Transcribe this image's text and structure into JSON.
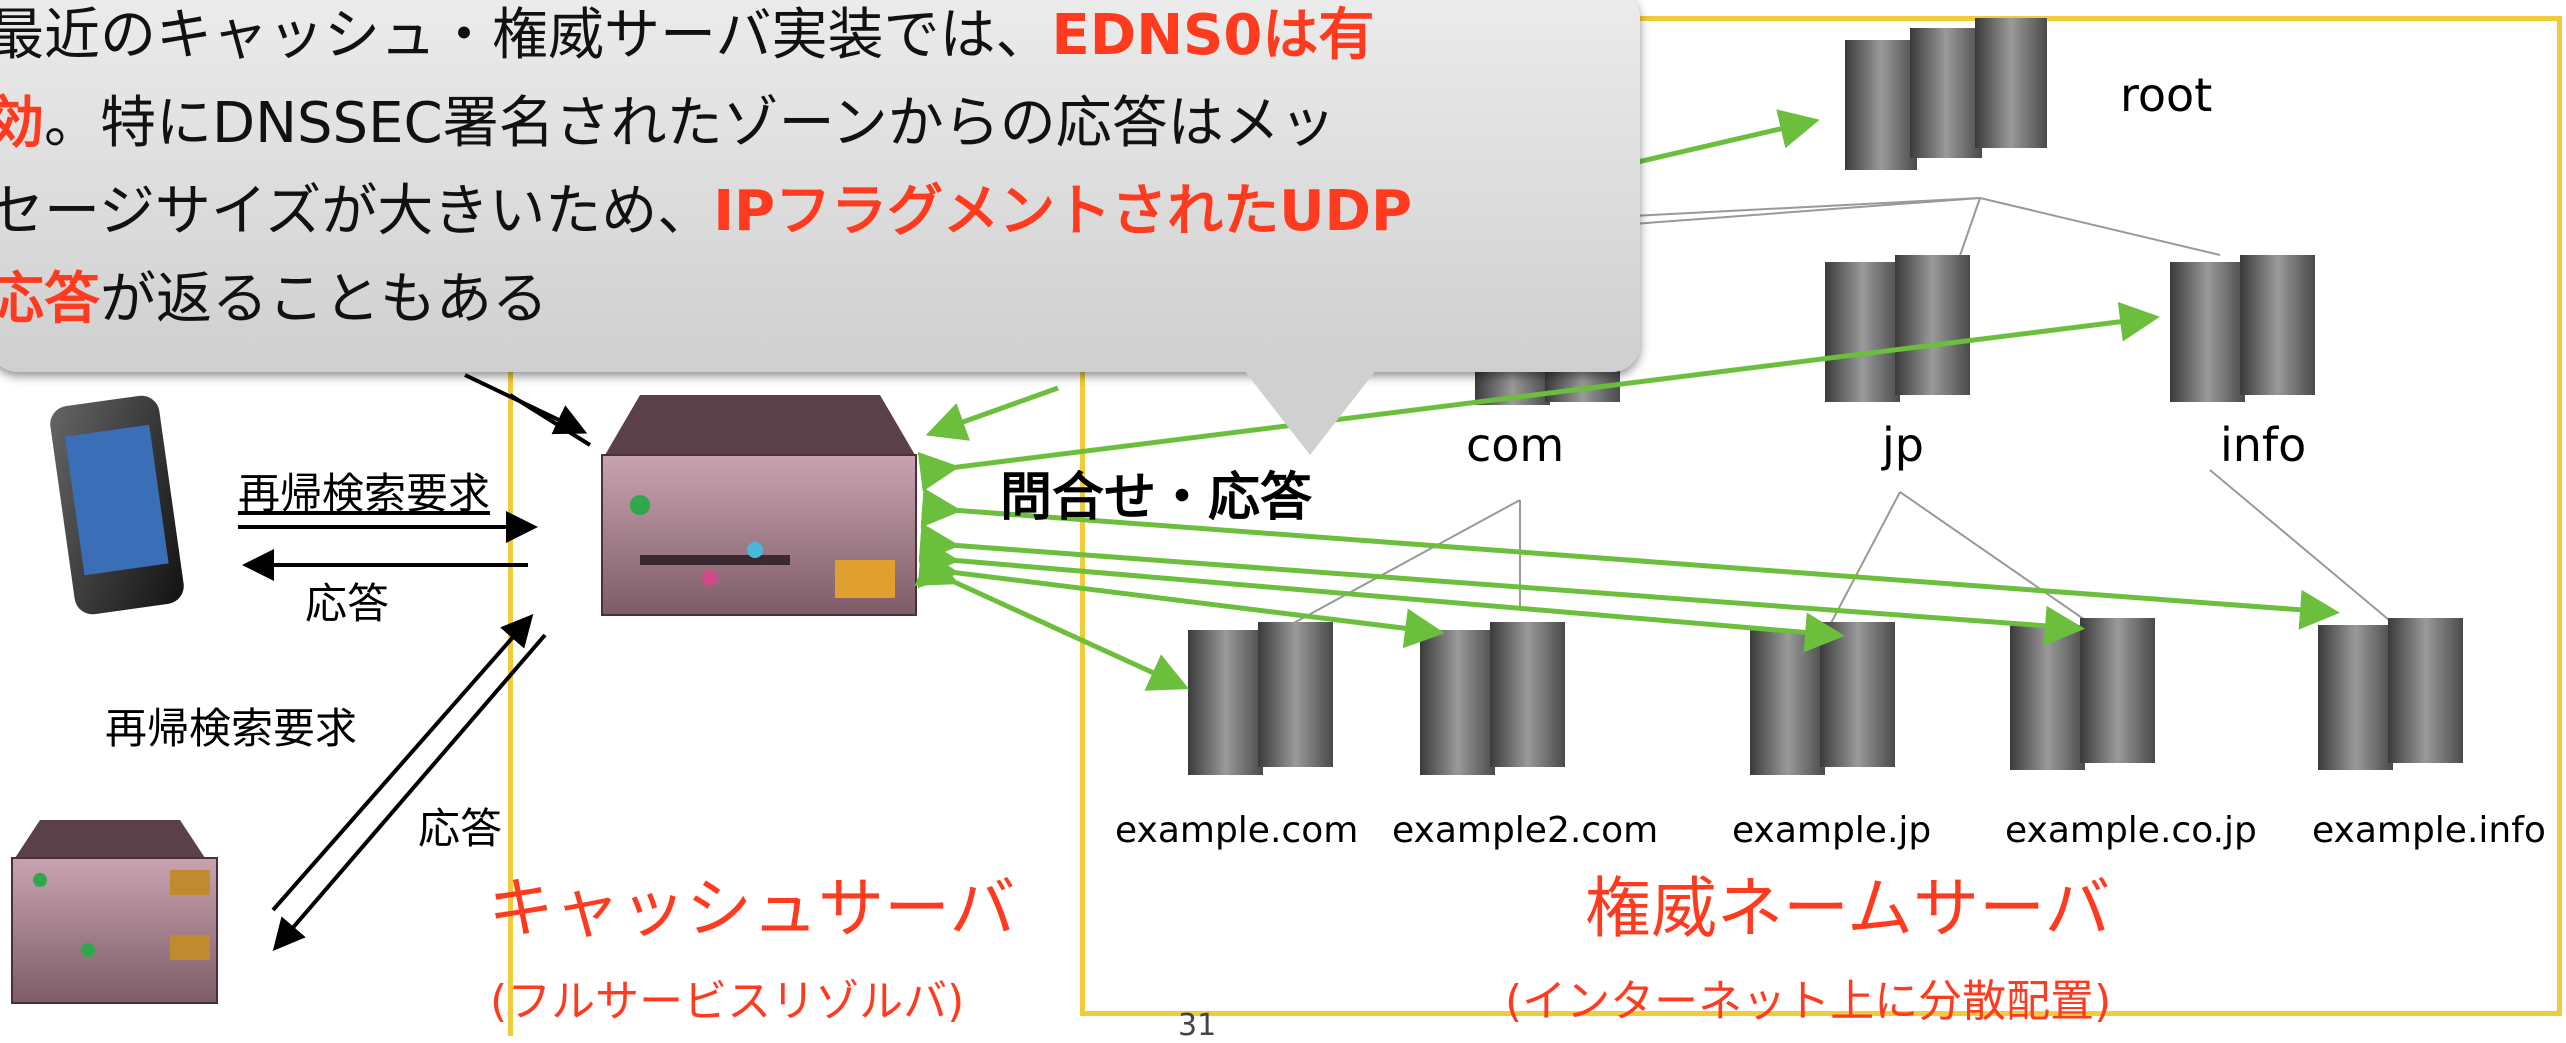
{
  "callout": {
    "line1_a": "最近のキャッシュ・権威サーバ実装では、",
    "line1_hl": "EDNS0は有",
    "line2_hl": "効",
    "line2_b": "。特にDNSSEC署名されたゾーンからの応答はメッ",
    "line3_a": "セージサイズが大きいため、",
    "line3_hl": "IPフラグメントされたUDP",
    "line4_hl": "応答",
    "line4_b": "が返ることもある"
  },
  "client": {
    "request_top": "再帰検索要求",
    "response_top": "応答",
    "request_bottom": "再帰検索要求",
    "response_bottom": "応答"
  },
  "cache": {
    "query_response": "問合せ・応答",
    "title": "キャッシュサーバ",
    "subtitle": "(フルサービスリゾルバ)"
  },
  "authoritative": {
    "title": "権威ネームサーバ",
    "subtitle": "(インターネット上に分散配置)",
    "root": "root",
    "tlds": [
      "com",
      "jp",
      "info"
    ],
    "domains": [
      "example.com",
      "example2.com",
      "example.jp",
      "example.co.jp",
      "example.info"
    ]
  },
  "page_number": "31",
  "colors": {
    "arrow_green": "#6cbf3c",
    "frame_yellow": "#f1cc3a",
    "accent_red": "#ff3b1f"
  }
}
